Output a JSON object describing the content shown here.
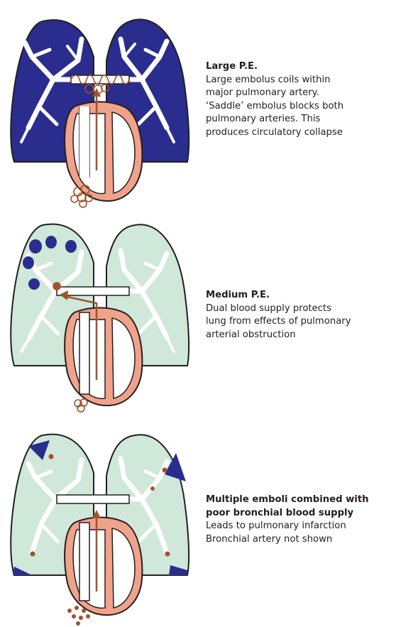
{
  "colors": {
    "dark_lung": "#2a2d8e",
    "light_lung": "#cfe8d9",
    "artery": "#a0522d",
    "heart_fill": "#f0a28a",
    "outline": "#231f20"
  },
  "panels": [
    {
      "title": "Large P.E.",
      "lines": [
        "Large embolus coils within",
        "major pulmonary artery.",
        "‘Saddle’ embolus blocks both",
        "pulmonary arteries. This",
        "produces circulatory collapse"
      ]
    },
    {
      "title": "Medium P.E.",
      "lines": [
        "Dual blood supply protects",
        "lung from effects of pulmonary",
        "arterial obstruction"
      ]
    },
    {
      "title_lines": [
        "Multiple emboli combined with",
        "poor bronchial blood supply"
      ],
      "lines": [
        "Leads to pulmonary infarction",
        "Bronchial artery not shown"
      ]
    }
  ]
}
